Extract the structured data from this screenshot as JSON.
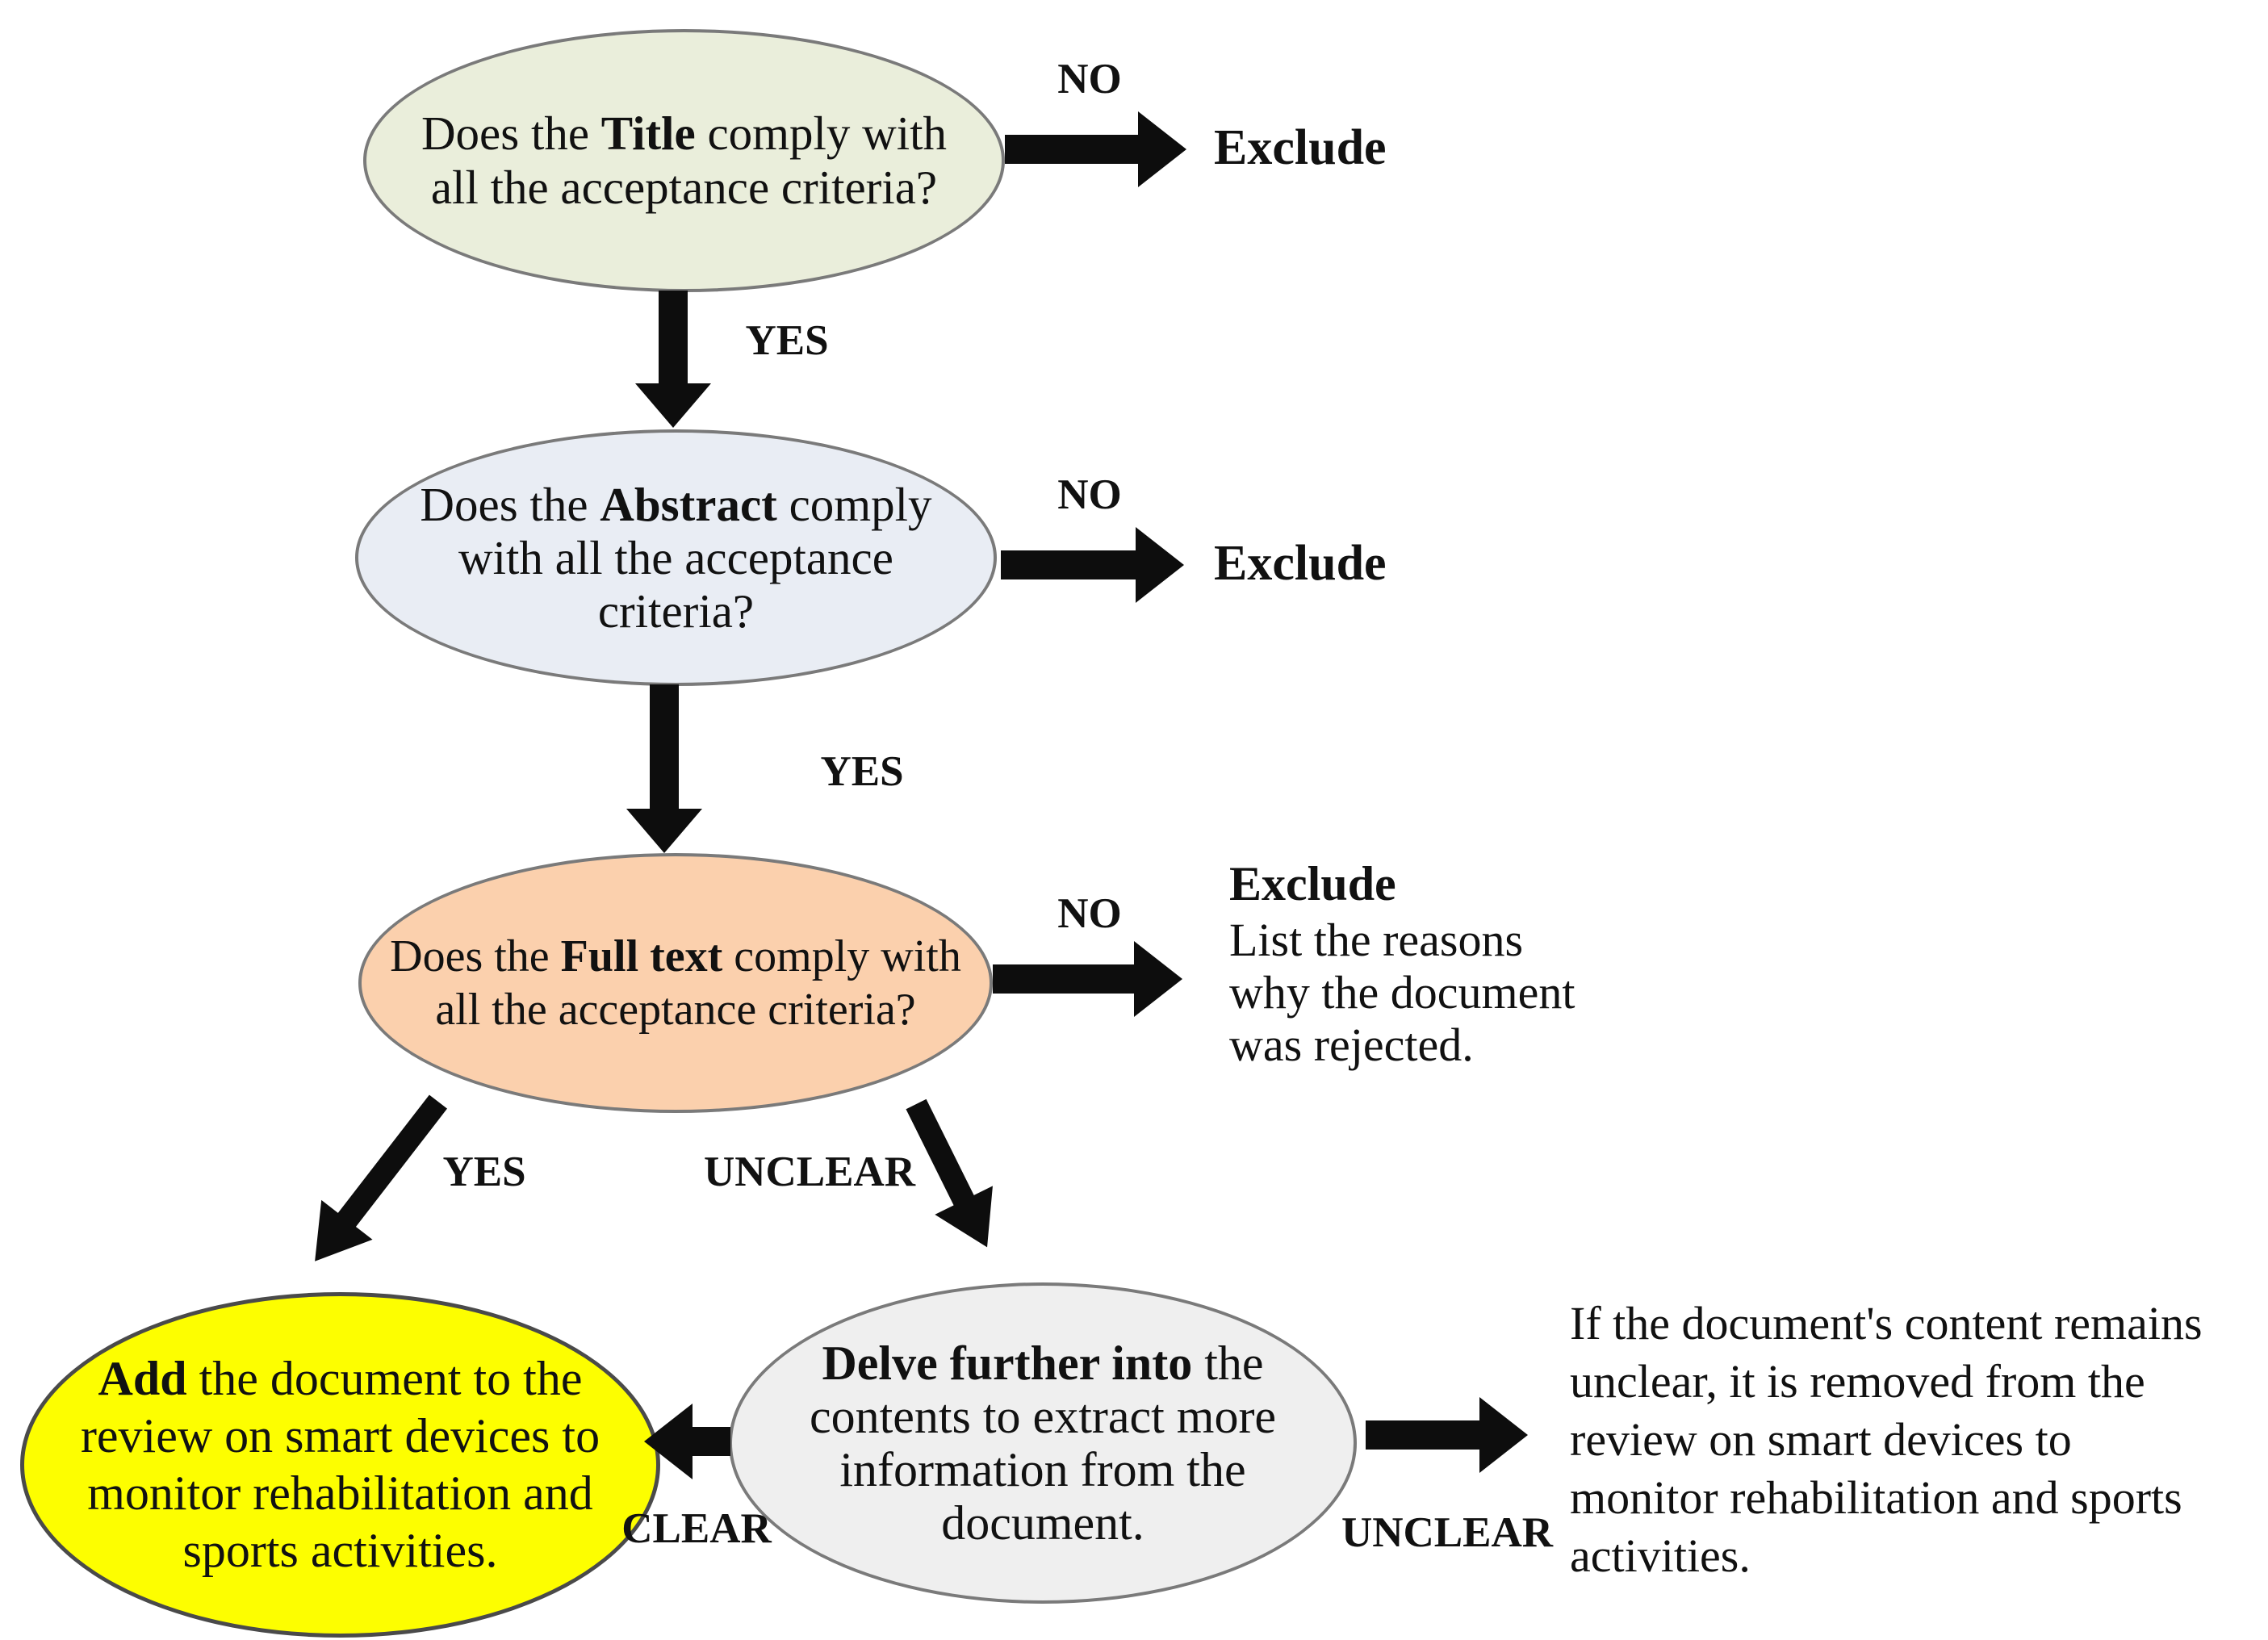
{
  "figure": {
    "type": "flowchart",
    "colors": {
      "title_node_fill": "#eaeedb",
      "abstract_node_fill": "#e9edf4",
      "fulltext_node_fill": "#fbd0ad",
      "add_node_fill": "#fdfe00",
      "delve_node_fill": "#efefef",
      "node_border": "#7a7a7a",
      "arrow_color": "#0d0d0d",
      "text_color": "#111111"
    },
    "nodes": {
      "title_check": {
        "shape": "ellipse",
        "lines": [
          {
            "pre": "Does the ",
            "bold": "Title",
            "post": " comply with"
          },
          {
            "pre": "all the acceptance criteria?"
          }
        ]
      },
      "abstract_check": {
        "shape": "ellipse",
        "lines": [
          {
            "pre": "Does the ",
            "bold": "Abstract",
            "post": " comply"
          },
          {
            "pre": "with all the acceptance"
          },
          {
            "pre": "criteria?"
          }
        ]
      },
      "fulltext_check": {
        "shape": "ellipse",
        "lines": [
          {
            "pre": "Does the ",
            "bold": "Full text",
            "post": " comply with"
          },
          {
            "pre": "all the acceptance criteria?"
          }
        ]
      },
      "add_document": {
        "shape": "ellipse",
        "lines": [
          {
            "bold": "Add",
            "post": " the document to the"
          },
          {
            "pre": "review on smart devices to"
          },
          {
            "pre": "monitor rehabilitation and"
          },
          {
            "pre": "sports activities."
          }
        ]
      },
      "delve_further": {
        "shape": "ellipse",
        "lines": [
          {
            "bold": "Delve further into",
            "post": " the"
          },
          {
            "pre": "contents to extract more"
          },
          {
            "pre": "information from the"
          },
          {
            "pre": "document."
          }
        ]
      }
    },
    "edge_labels": {
      "no_title": "NO",
      "yes_title": "YES",
      "no_abstract": "NO",
      "yes_abstract": "YES",
      "no_fulltext": "NO",
      "yes_fulltext": "YES",
      "unclear_fulltext": "UNCLEAR",
      "clear_delve": "CLEAR",
      "unclear_delve": "UNCLEAR"
    },
    "outcomes": {
      "exclude_title": "Exclude",
      "exclude_abstract": "Exclude",
      "exclude_fulltext_heading": "Exclude",
      "exclude_fulltext_lines": [
        "List the reasons",
        "why the document",
        "was rejected."
      ],
      "unclear_note_lines": [
        "If the document's content remains",
        "unclear, it is removed from the",
        "review on smart devices to",
        "monitor rehabilitation and sports",
        "activities."
      ]
    }
  }
}
